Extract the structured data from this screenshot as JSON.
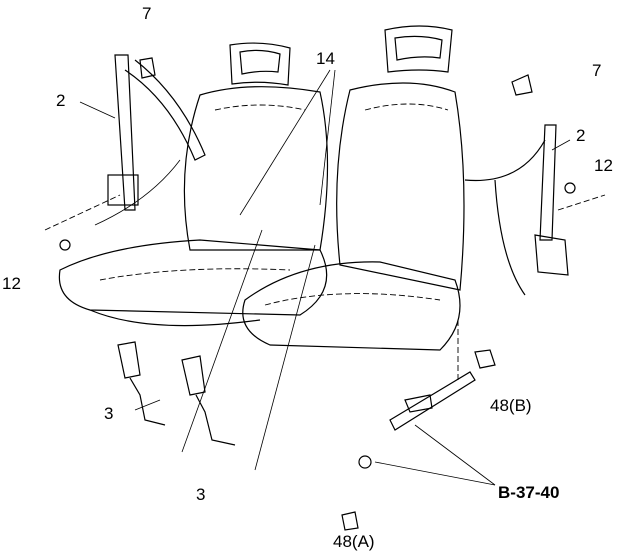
{
  "labels": {
    "part_7_left": "7",
    "part_2_left": "2",
    "part_14": "14",
    "part_7_right": "7",
    "part_2_right": "2",
    "part_12_right": "12",
    "part_12_left": "12",
    "part_3_left": "3",
    "part_3_bottom": "3",
    "part_48b": "48(B)",
    "ref_b_37_40": "B-37-40",
    "part_48a": "48(A)"
  }
}
